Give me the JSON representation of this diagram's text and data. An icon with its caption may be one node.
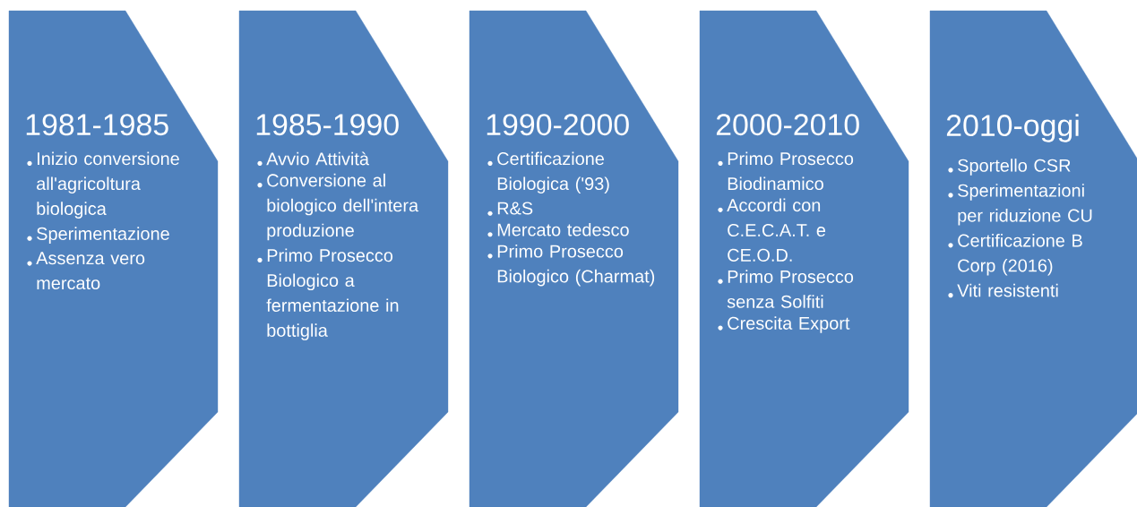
{
  "diagram": {
    "nodes": [
      {
        "text": [
          "1981-1985",
          "Inizio conversione all'agricoltura biologica",
          "Sperimentazione",
          "Assenza vero mercato"
        ]
      },
      {
        "text": [
          "1985-1990",
          "Avvio Attività",
          "Conversione al biologico dell'intera produzione",
          "Primo Prosecco Biologico a fermentazione in bottiglia"
        ]
      },
      {
        "text": [
          "1990-2000",
          "Certificazione Biologica ('93)",
          "R&S",
          "Mercato tedesco",
          "Primo Prosecco Biologico (Charmat)"
        ]
      },
      {
        "text": [
          "2000-2010",
          "Primo Prosecco Biodinamico",
          "Accordi con C.E.C.A.T. e CE.O.D.",
          "Primo Prosecco senza Solfiti",
          "Crescita Export"
        ]
      },
      {
        "text": [
          "2010-oggi",
          "Sportello CSR",
          "Sperimentazioni per riduzione CU",
          "Certificazione B Corp (2016)",
          "Viti resistenti"
        ]
      }
    ]
  }
}
